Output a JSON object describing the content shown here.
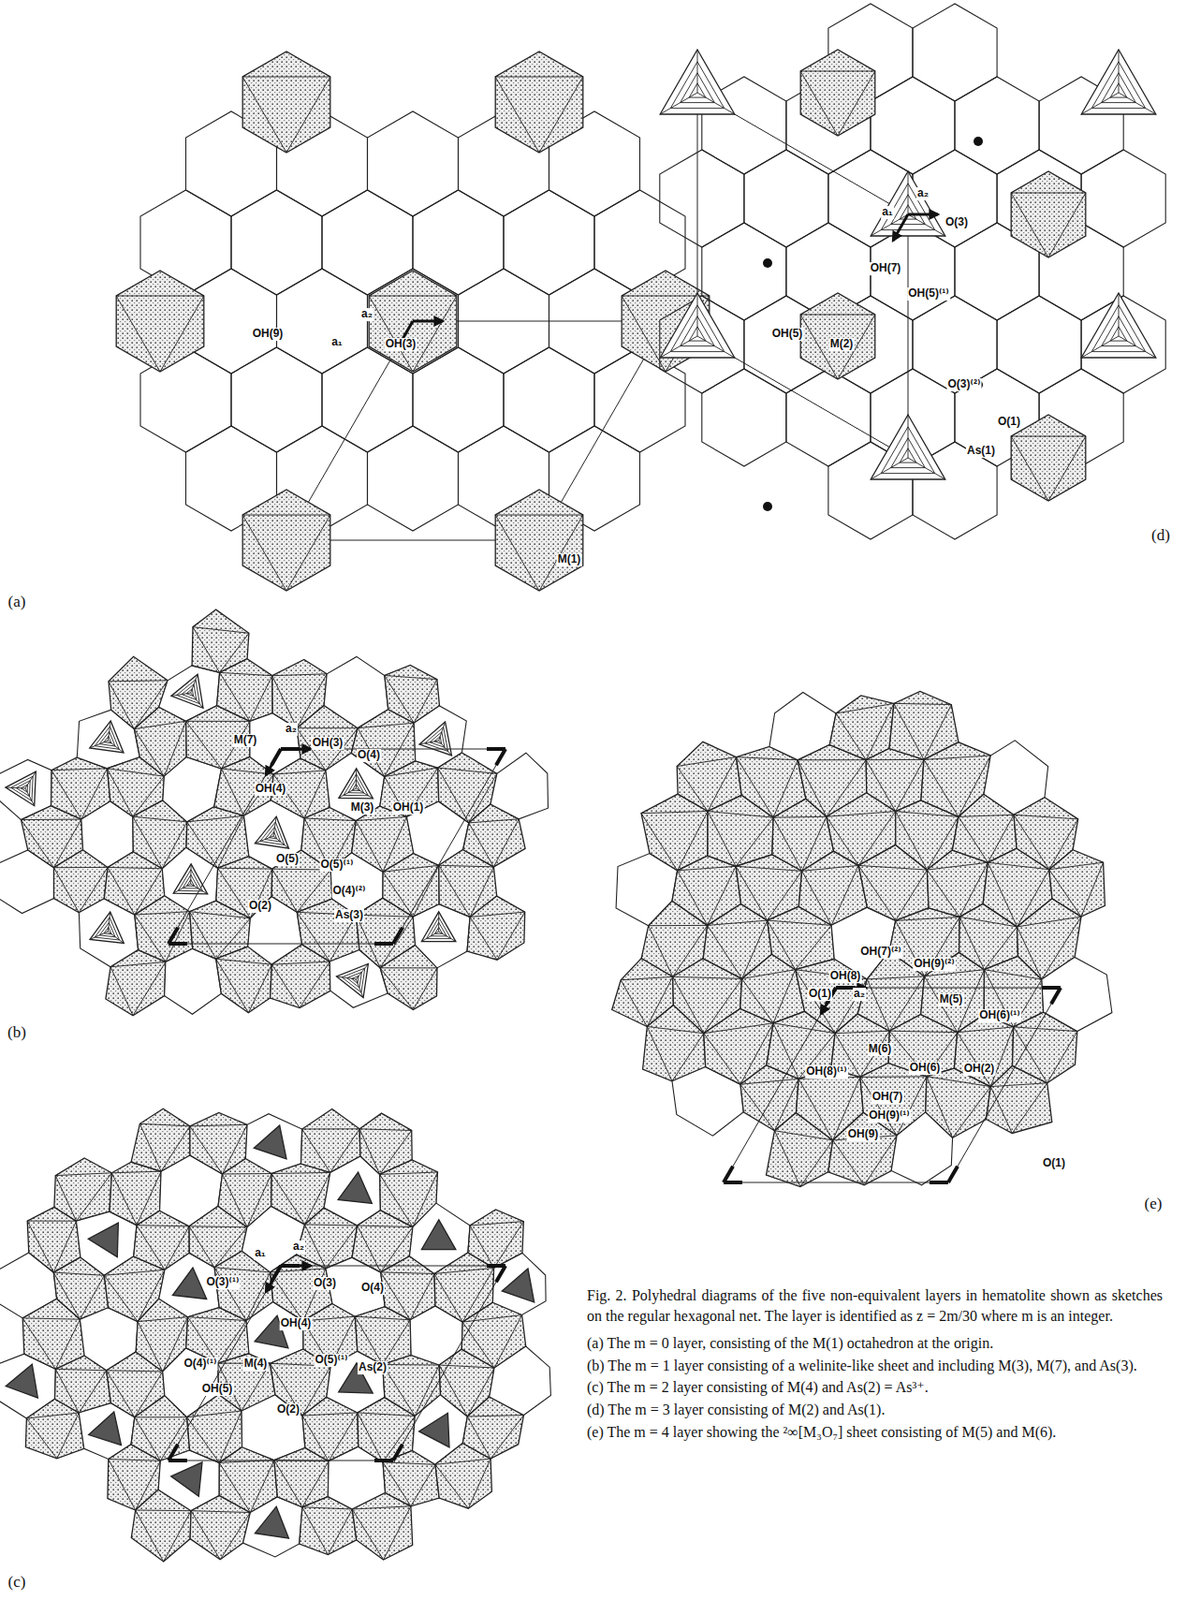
{
  "diagram": {
    "caption": "Fig. 2. Polyhedral diagrams of the five non-equivalent layers in hematolite shown as sketches on the regular hexagonal net. The layer is identified as z = 2m/30 where m is an integer.",
    "labels": [
      "(a)",
      "OH(9)",
      "a₁",
      "a₂",
      "OH(3)",
      "M(1)",
      "(d)",
      "a₁",
      "a₂",
      "O(3)",
      "OH(7)",
      "OH(5)⁽¹⁾",
      "OH(5)",
      "M(2)",
      "O(3)⁽²⁾",
      "O(1)",
      "As(1)",
      "(b)",
      "M(7)",
      "a₂",
      "OH(3)",
      "O(4)",
      "OH(4)",
      "M(3)",
      "OH(1)",
      "O(5)",
      "O(5)⁽¹⁾",
      "O(4)⁽²⁾",
      "O(2)",
      "As(3)",
      "(c)",
      "a₁",
      "a₂",
      "O(3)⁽¹⁾",
      "O(3)",
      "O(4)",
      "OH(4)",
      "As(2)",
      "O(4)⁽¹⁾",
      "M(4)",
      "O(5)⁽¹⁾",
      "OH(5)",
      "O(2)",
      "(e)",
      "OH(7)⁽²⁾",
      "OH(9)⁽²⁾",
      "OH(8)",
      "O(1)",
      "a₂",
      "M(5)",
      "OH(6)⁽¹⁾",
      "M(6)",
      "OH(6)",
      "OH(2)",
      "OH(8)⁽¹⁾",
      "OH(7)",
      "OH(9)⁽¹⁾",
      "OH(9)",
      "O(1)",
      "(a) The m = 0 layer, consisting of the M(1) octahedron at the origin.",
      "(b) The m = 1 layer consisting of a welinite-like sheet and including M(3), M(7), and As(3).",
      "(c) The m = 2 layer consisting of M(4) and As(2) = As³⁺.",
      "(d) The m = 3 layer consisting of M(2) and As(1).",
      "(e) The m = 4 layer showing the ²∞[M₃O₇] sheet consisting of M(5) and M(6)."
    ]
  }
}
